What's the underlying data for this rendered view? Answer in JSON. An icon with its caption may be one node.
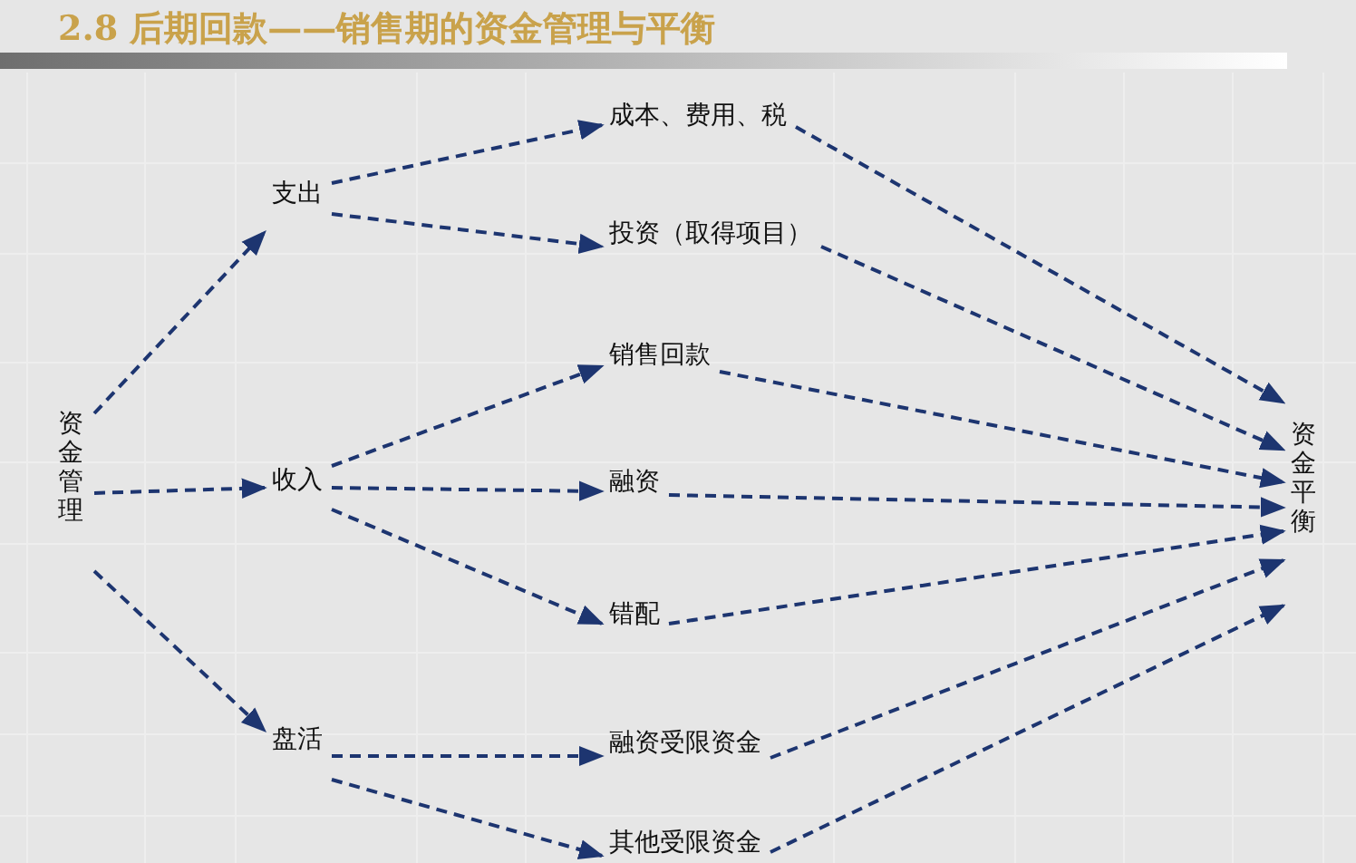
{
  "diagram": {
    "title": "2.8 后期回款——销售期的资金管理与平衡",
    "nodes": [
      {
        "text": [
          "资金管理"
        ]
      },
      {
        "text": [
          "支出"
        ]
      },
      {
        "text": [
          "收入"
        ]
      },
      {
        "text": [
          "盘活"
        ]
      },
      {
        "text": [
          "成本、费用、税"
        ]
      },
      {
        "text": [
          "投资（取得项目）"
        ]
      },
      {
        "text": [
          "销售回款"
        ]
      },
      {
        "text": [
          "融资"
        ]
      },
      {
        "text": [
          "错配"
        ]
      },
      {
        "text": [
          "融资受限资金"
        ]
      },
      {
        "text": [
          "其他受限资金"
        ]
      },
      {
        "text": [
          "资金平衡"
        ]
      }
    ],
    "edges": [
      {
        "from": 0,
        "to": 1,
        "arrow": "to"
      },
      {
        "from": 0,
        "to": 2,
        "arrow": "to"
      },
      {
        "from": 0,
        "to": 3,
        "arrow": "to"
      },
      {
        "from": 1,
        "to": 4,
        "arrow": "to"
      },
      {
        "from": 1,
        "to": 5,
        "arrow": "to"
      },
      {
        "from": 2,
        "to": 6,
        "arrow": "to"
      },
      {
        "from": 2,
        "to": 7,
        "arrow": "to"
      },
      {
        "from": 2,
        "to": 8,
        "arrow": "to"
      },
      {
        "from": 3,
        "to": 9,
        "arrow": "to"
      },
      {
        "from": 3,
        "to": 10,
        "arrow": "to"
      },
      {
        "from": 4,
        "to": 11,
        "arrow": "to"
      },
      {
        "from": 5,
        "to": 11,
        "arrow": "to"
      },
      {
        "from": 6,
        "to": 11,
        "arrow": "to"
      },
      {
        "from": 7,
        "to": 11,
        "arrow": "to"
      },
      {
        "from": 8,
        "to": 11,
        "arrow": "to"
      },
      {
        "from": 9,
        "to": 11,
        "arrow": "to"
      },
      {
        "from": 10,
        "to": 11,
        "arrow": "to"
      }
    ]
  }
}
